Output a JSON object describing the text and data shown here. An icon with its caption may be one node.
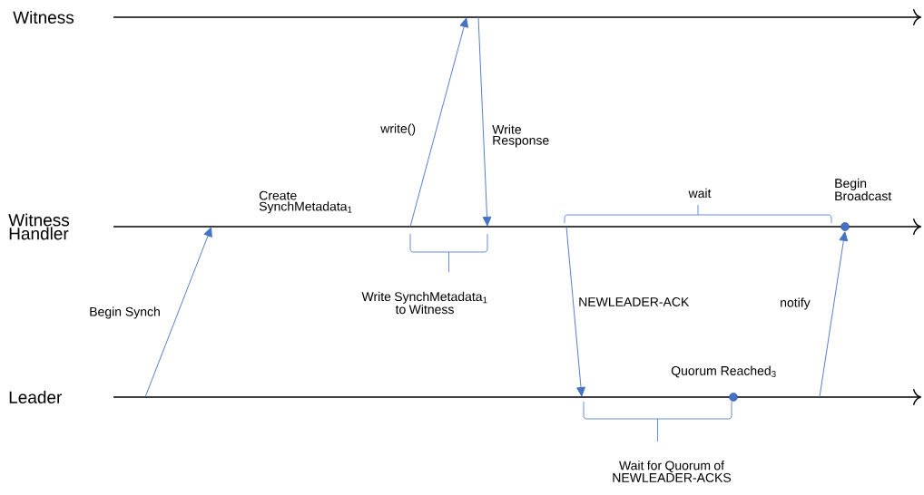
{
  "diagram": {
    "nodes": [
      {
        "text": [
          "Witness"
        ]
      },
      {
        "text": [
          "Witness Handler"
        ]
      },
      {
        "text": [],
        "shape": "circle",
        "in": 1,
        "beside": [
          "Begin Broadcast"
        ]
      },
      {
        "text": [
          "Leader"
        ]
      },
      {
        "text": [],
        "shape": "circle",
        "in": 3,
        "beside": [
          "Quorum Reached$_{3}$"
        ]
      }
    ],
    "edges": [
      {
        "from": 3,
        "to": 1,
        "arrow": "to",
        "label": "Begin Synch"
      },
      {
        "from": 1,
        "to": 0,
        "arrow": "to",
        "label": "write()"
      },
      {
        "from": 0,
        "to": 1,
        "arrow": "to",
        "label": "Write Response"
      },
      {
        "from": 1,
        "to": 3,
        "arrow": "to",
        "label": "NEWLEADER-ACK"
      },
      {
        "from": 3,
        "to": 2,
        "arrow": "to",
        "label": "notify"
      }
    ],
    "labels": [
      "wait",
      "Create SynchMetadata$_{1}$",
      "Write SynchMetadata$_{1}$ to Witness",
      "Wait for Quorum of NEWLEADER-ACKS"
    ]
  }
}
